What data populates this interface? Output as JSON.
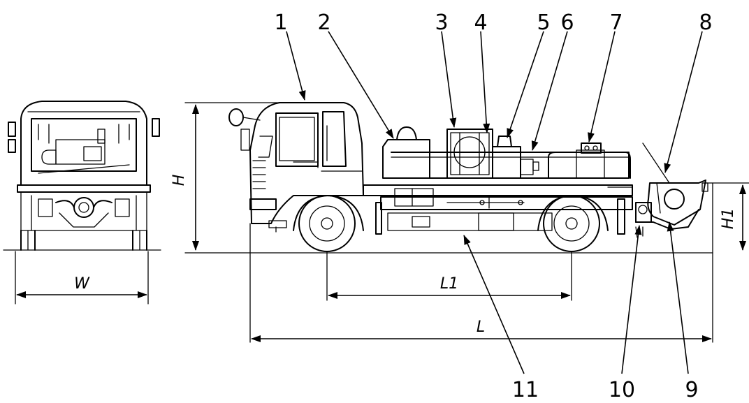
{
  "callouts": [
    "1",
    "2",
    "3",
    "4",
    "5",
    "6",
    "7",
    "8",
    "9",
    "10",
    "11"
  ],
  "dimensions": {
    "width": "W",
    "height": "H",
    "length": "L",
    "wheelbase": "L1",
    "rear_height": "H1"
  },
  "line_color": "#000000",
  "background": "#ffffff"
}
